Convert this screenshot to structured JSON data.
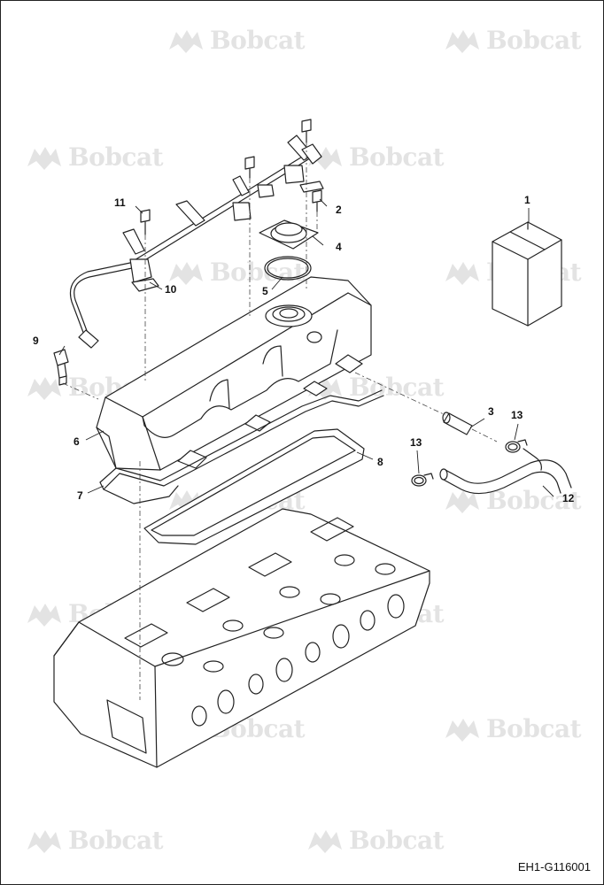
{
  "brand": {
    "watermark_text": "Bobcat",
    "watermark_color": "#555555"
  },
  "drawing_code": "EH1-G116001",
  "callouts": {
    "c1": "1",
    "c2": "2",
    "c3": "3",
    "c4": "4",
    "c5": "5",
    "c6": "6",
    "c7": "7",
    "c8": "8",
    "c9": "9",
    "c10": "10",
    "c11": "11",
    "c12": "12",
    "c13a": "13",
    "c13b": "13"
  }
}
